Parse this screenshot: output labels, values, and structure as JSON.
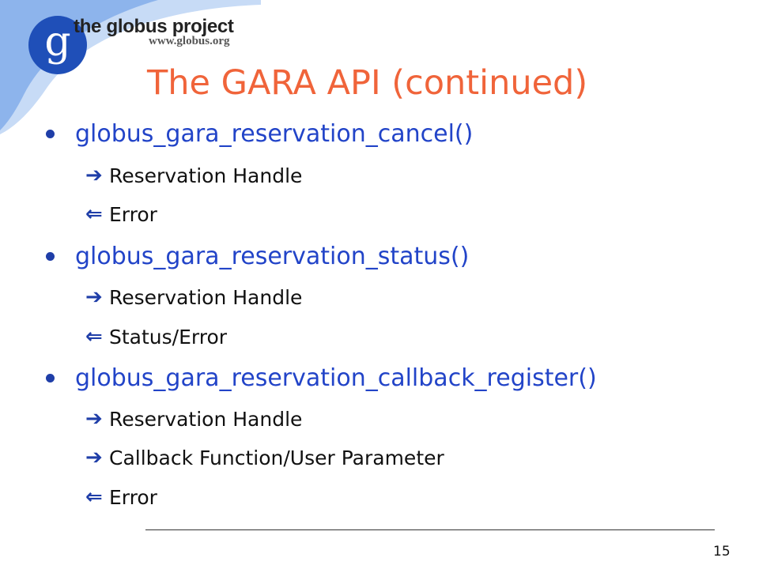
{
  "brand": {
    "name": "the globus project",
    "url": "www.globus.org",
    "logo_letter": "g",
    "colors": {
      "logo_blue": "#1f4fb8",
      "swoosh_light": "#b3cdf3",
      "swoosh_mid": "#7aa7ea"
    }
  },
  "title": "The GARA API (continued)",
  "items": [
    {
      "function": "globus_gara_reservation_cancel()",
      "params": [
        {
          "direction": "input",
          "arrow": "➔",
          "label": "Reservation Handle"
        },
        {
          "direction": "output",
          "arrow": "⇐",
          "label": "Error"
        }
      ]
    },
    {
      "function": "globus_gara_reservation_status()",
      "params": [
        {
          "direction": "input",
          "arrow": "➔",
          "label": "Reservation Handle"
        },
        {
          "direction": "output",
          "arrow": "⇐",
          "label": "Status/Error"
        }
      ]
    },
    {
      "function": "globus_gara_reservation_callback_register()",
      "params": [
        {
          "direction": "input",
          "arrow": "➔",
          "label": "Reservation Handle"
        },
        {
          "direction": "input",
          "arrow": "➔",
          "label": "Callback Function/User Parameter"
        },
        {
          "direction": "output",
          "arrow": "⇐",
          "label": "Error"
        }
      ]
    }
  ],
  "footer": {
    "page_number": "15"
  },
  "colors": {
    "title": "#f0643a",
    "function_text": "#2244c8",
    "bullet": "#1f3ea8"
  }
}
